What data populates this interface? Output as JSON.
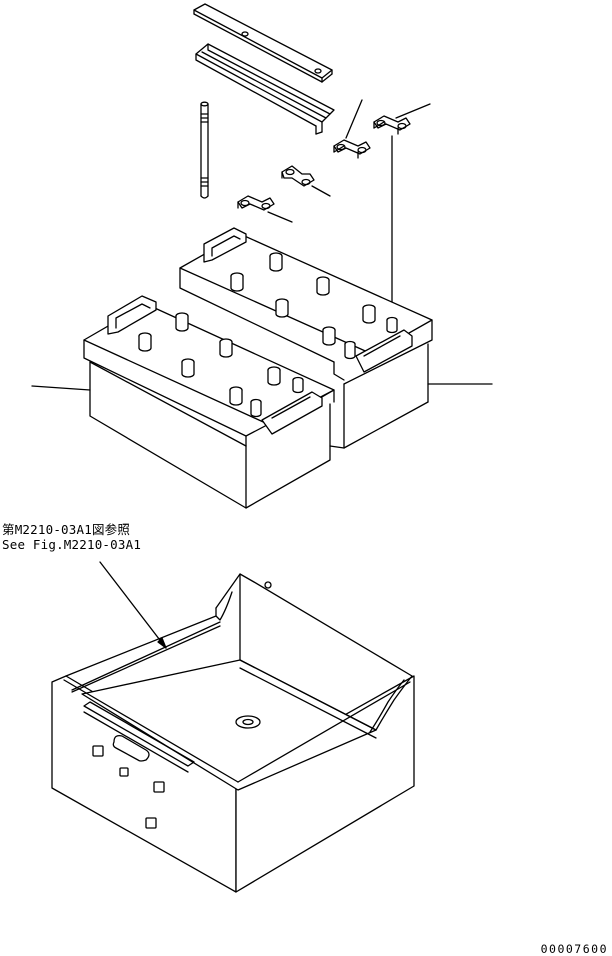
{
  "reference": {
    "japanese": "第M2210-03A1図参照",
    "english": "See Fig.M2210-03A1"
  },
  "drawing_number": "00007600",
  "parts": [
    "battery-hold-down-bar",
    "battery-cover-channel",
    "hold-down-rod",
    "terminal-clamp",
    "terminal-clamp",
    "terminal-clamp",
    "terminal-clamp",
    "battery",
    "battery",
    "battery-box"
  ]
}
